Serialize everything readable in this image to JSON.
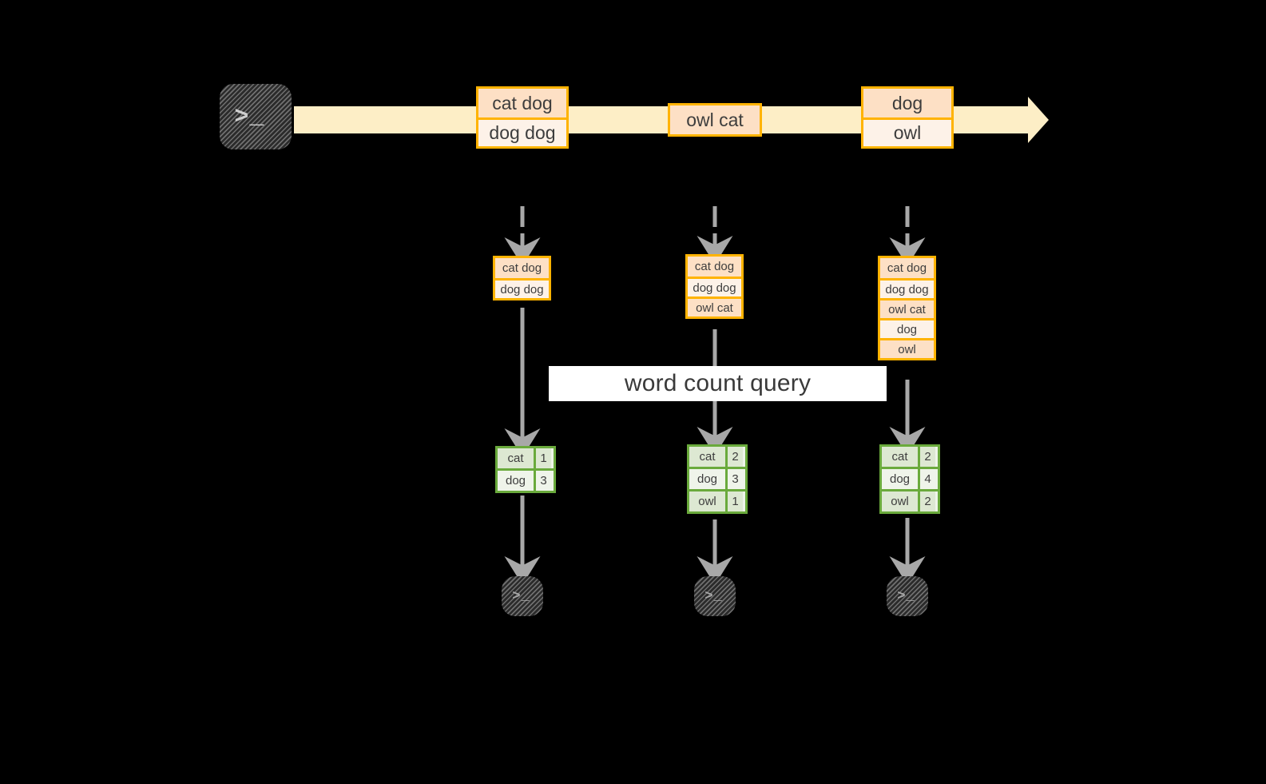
{
  "diagram": {
    "title": "word count query stream diagram",
    "colors": {
      "background": "#000000",
      "stream_arrow": "#fdeec6",
      "record_border": "#ffb300",
      "record_fill_shade": "#fde0c5",
      "record_fill_plain": "#fdf2e8",
      "result_border": "#6aaa3c",
      "result_fill_shade": "#dde8d2",
      "result_fill_plain": "#eff4ea",
      "flow_arrow": "#a8a8a8",
      "terminal_fill": "#7f7f7f",
      "query_band": "#ffffff",
      "text": "#3a3a3a"
    },
    "source": {
      "icon": "terminal-icon",
      "glyph": ">_"
    },
    "stream": {
      "icon": "right-arrow-icon",
      "events": [
        {
          "id": "event-1",
          "lines": [
            {
              "text": "cat dog",
              "shade": true
            },
            {
              "text": "dog dog",
              "shade": false
            }
          ]
        },
        {
          "id": "event-2",
          "lines": [
            {
              "text": "owl cat",
              "shade": true
            }
          ]
        },
        {
          "id": "event-3",
          "lines": [
            {
              "text": "dog",
              "shade": true
            },
            {
              "text": "owl",
              "shade": false
            }
          ]
        }
      ]
    },
    "query_label": "word count query",
    "snapshots": [
      {
        "id": "snapshot-1",
        "input_lines": [
          {
            "text": "cat dog",
            "shade": true
          },
          {
            "text": "dog dog",
            "shade": false
          }
        ],
        "result_rows": [
          {
            "word": "cat",
            "count": "1",
            "shade": true
          },
          {
            "word": "dog",
            "count": "3",
            "shade": false
          }
        ],
        "sink": {
          "icon": "terminal-icon",
          "glyph": ">_"
        }
      },
      {
        "id": "snapshot-2",
        "input_lines": [
          {
            "text": "cat dog",
            "shade": true
          },
          {
            "text": "dog dog",
            "shade": false
          },
          {
            "text": "owl cat",
            "shade": true
          }
        ],
        "result_rows": [
          {
            "word": "cat",
            "count": "2",
            "shade": true
          },
          {
            "word": "dog",
            "count": "3",
            "shade": false
          },
          {
            "word": "owl",
            "count": "1",
            "shade": true
          }
        ],
        "sink": {
          "icon": "terminal-icon",
          "glyph": ">_"
        }
      },
      {
        "id": "snapshot-3",
        "input_lines": [
          {
            "text": "cat dog",
            "shade": true
          },
          {
            "text": "dog dog",
            "shade": false
          },
          {
            "text": "owl cat",
            "shade": true
          },
          {
            "text": "dog",
            "shade": false
          },
          {
            "text": "owl",
            "shade": true
          }
        ],
        "result_rows": [
          {
            "word": "cat",
            "count": "2",
            "shade": true
          },
          {
            "word": "dog",
            "count": "4",
            "shade": false
          },
          {
            "word": "owl",
            "count": "2",
            "shade": true
          }
        ],
        "sink": {
          "icon": "terminal-icon",
          "glyph": ">_"
        }
      }
    ]
  }
}
